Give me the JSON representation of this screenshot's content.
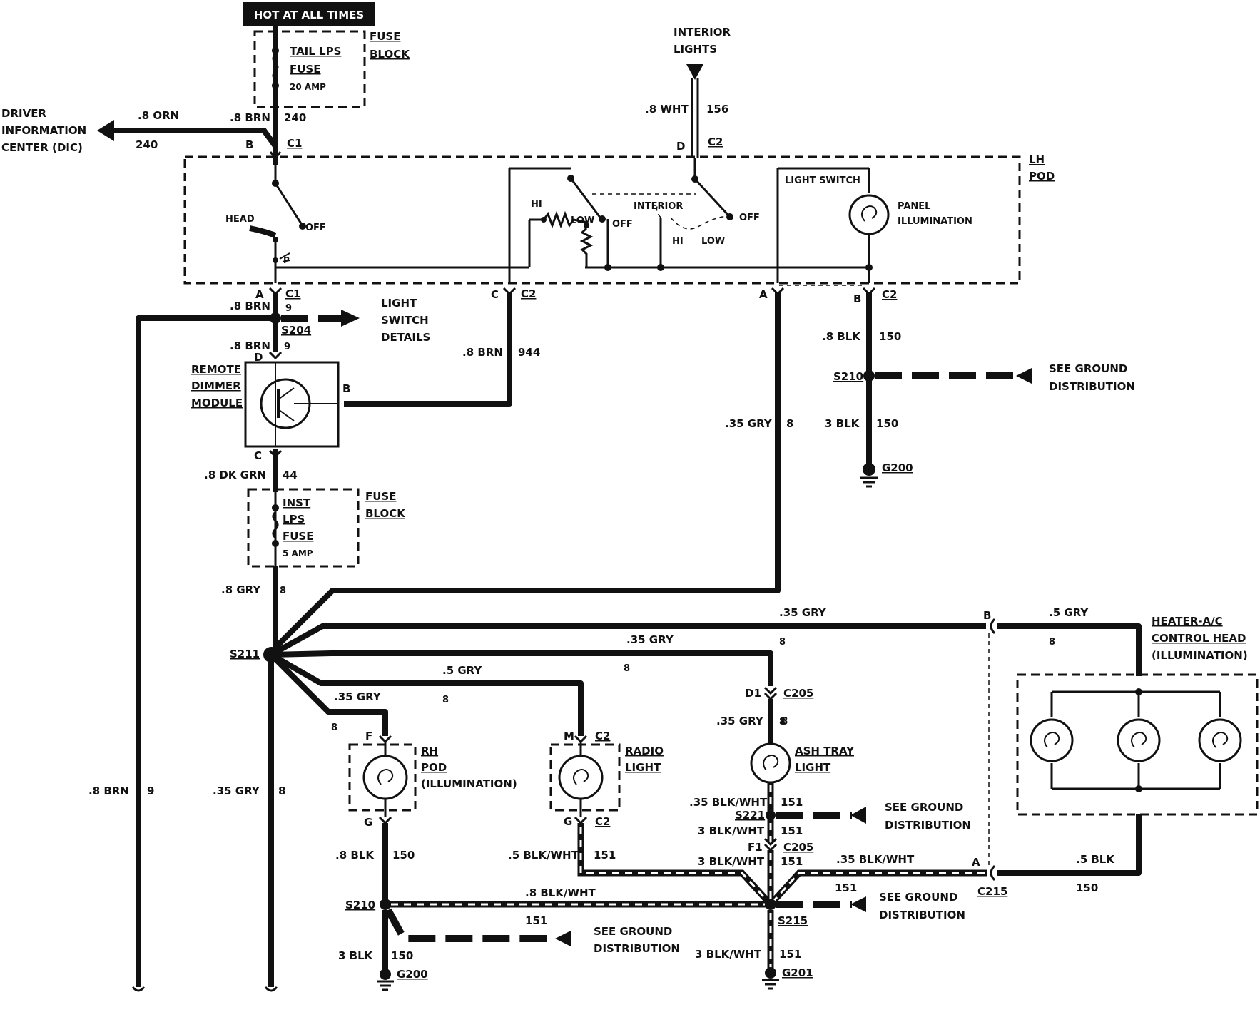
{
  "source": {
    "hot_label": "HOT AT ALL TIMES",
    "fuse_block_1": "FUSE",
    "fuse_block_2": "BLOCK",
    "tail_fuse_1": "TAIL LPS",
    "tail_fuse_2": "FUSE",
    "tail_fuse_3": "20 AMP"
  },
  "dic": {
    "line1": "DRIVER",
    "line2": "INFORMATION",
    "line3": "CENTER (DIC)",
    "wire_color": ".8 ORN",
    "circuit": "240"
  },
  "feed": {
    "wire_color": ".8 BRN",
    "circuit": "240",
    "pin": "B",
    "connector": "C1"
  },
  "interior_lights": {
    "line1": "INTERIOR",
    "line2": "LIGHTS",
    "wire_color": ".8 WHT",
    "circuit": "156",
    "pin": "D",
    "connector": "C2"
  },
  "lh_pod": {
    "title_1": "LH",
    "title_2": "POD",
    "head": "HEAD",
    "off": "OFF",
    "p": "P",
    "hi": "HI",
    "low": "LOW",
    "off2": "OFF",
    "interior": "INTERIOR",
    "off3": "OFF",
    "hi2": "HI",
    "low2": "LOW",
    "light_switch": "LIGHT SWITCH",
    "panel_1": "PANEL",
    "panel_2": "ILLUMINATION"
  },
  "pod_out": {
    "a_pin": "A",
    "c1": "C1",
    "c1_circuit": "9",
    "c_pin": "C",
    "c2a": "C2",
    "a_pin2": "A",
    "b_pin": "B",
    "c2b": "C2"
  },
  "light_switch_details": {
    "line1": "LIGHT",
    "line2": "SWITCH",
    "line3": "DETAILS"
  },
  "s204": {
    "wire_top": ".8 BRN",
    "label": "S204",
    "circuit": "9",
    "wire_bottom": ".8 BRN",
    "circuit_bottom": "9",
    "pin_d": "D"
  },
  "dimmer": {
    "line1": "REMOTE",
    "line2": "DIMMER",
    "line3": "MODULE",
    "pin_b": "B",
    "pin_c": "C",
    "wire_944_color": ".8 BRN",
    "wire_944": "944",
    "out_color": ".8 DK GRN",
    "out_circuit": "44"
  },
  "inst_fuse": {
    "line1": "INST",
    "line2": "LPS",
    "line3": "FUSE",
    "line4": "5 AMP",
    "block_1": "FUSE",
    "block_2": "BLOCK",
    "out_color": ".8 GRY",
    "out_circuit": "8"
  },
  "ground_right": {
    "wire_color": ".8 BLK",
    "circuit": "150",
    "splice": "S210",
    "see_1": "SEE GROUND",
    "see_2": "DISTRIBUTION",
    "wire2_color": "3 BLK",
    "circuit2": "150",
    "ground": "G200"
  },
  "gry8": {
    "wire_color": ".35 GRY",
    "circuit": "8"
  },
  "s211": {
    "label": "S211",
    "b1_color": ".35 GRY",
    "b2_color": ".35 GRY",
    "b2_circuit": "8",
    "b3_color": ".5 GRY",
    "b3_circuit": "8",
    "b4_color": ".35 GRY",
    "b4_circuit": "8",
    "b5_circuit": "8",
    "b6_circuit": "8"
  },
  "heater": {
    "title_1": "HEATER-A/C",
    "title_2": "CONTROL HEAD",
    "title_3": "(ILLUMINATION)",
    "pin_b": "B",
    "wire_in_color": ".5 GRY",
    "wire_in_circuit": "8",
    "wire_out_color": ".5 BLK",
    "wire_out_circuit": "150",
    "pin_a": "A",
    "connector": "C215"
  },
  "rh_pod": {
    "line1": "RH",
    "line2": "POD",
    "line3": "(ILLUMINATION)",
    "pin_f": "F",
    "pin_g": "G",
    "gnd_color": ".8 BLK",
    "gnd_circuit": "150"
  },
  "radio": {
    "line1": "RADIO",
    "line2": "LIGHT",
    "pin_m": "M",
    "conn_top": "C2",
    "pin_g": "G",
    "conn_bottom": "C2",
    "gnd_color": ".5 BLK/WHT",
    "gnd_circuit": "151"
  },
  "ashtray": {
    "line1": "ASH TRAY",
    "line2": "LIGHT",
    "pin_d1": "D1",
    "conn": "C205",
    "in_color": ".35 GRY",
    "in_circuit": "8",
    "out_color": ".35 BLK/WHT",
    "out_circuit": "151",
    "splice": "S221",
    "w2_color": "3 BLK/WHT",
    "w2_circuit": "151",
    "pin_f1": "F1",
    "conn2": "C205",
    "w3_color": "3 BLK/WHT",
    "w3_circuit": "151",
    "see_1": "SEE GROUND",
    "see_2": "DISTRIBUTION"
  },
  "s215": {
    "label": "S215",
    "heater_gnd_color": ".35 BLK/WHT",
    "heater_gnd_circuit": "151",
    "see_1": "SEE GROUND",
    "see_2": "DISTRIBUTION",
    "out_color": "3 BLK/WHT",
    "out_circuit": "151",
    "ground": "G201"
  },
  "s210_bottom": {
    "label": "S210",
    "link_color": ".8 BLK/WHT",
    "link_circuit": "151",
    "see_1": "SEE GROUND",
    "see_2": "DISTRIBUTION",
    "out_color": "3 BLK",
    "out_circuit": "150",
    "ground": "G200"
  },
  "left_runs": {
    "brn_color": ".8 BRN",
    "brn_circuit": "9",
    "gry_color": ".35 GRY",
    "gry_circuit": "8"
  }
}
